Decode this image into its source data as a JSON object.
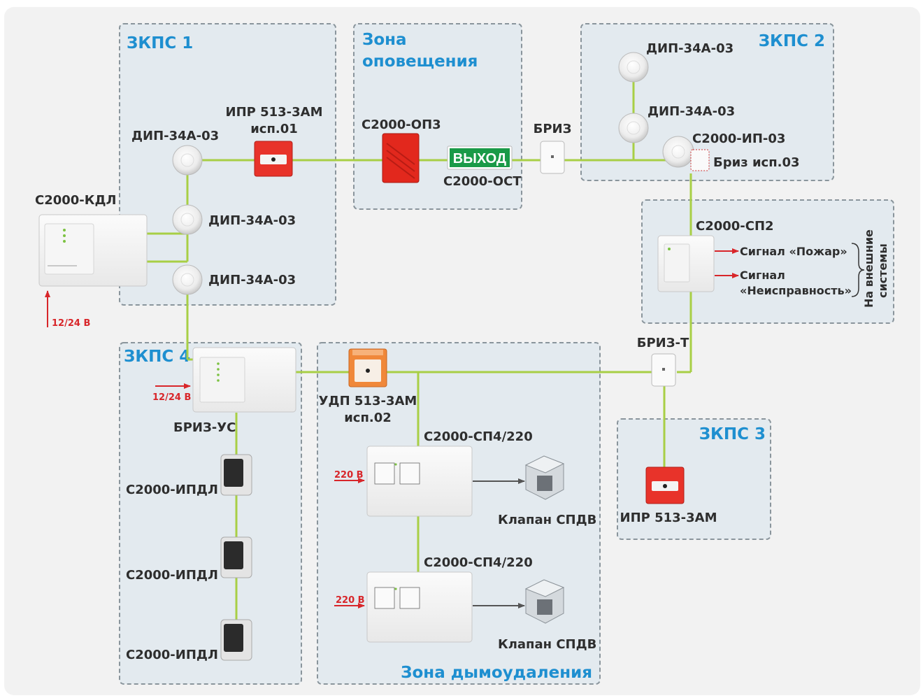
{
  "colors": {
    "zone_title": "#1e8fd0",
    "zone_fill": "#e3eaef",
    "zone_border": "#8a959c",
    "wire": "#a8cf45",
    "power_arrow": "#d8262a",
    "exit_sign": "#1a9a48"
  },
  "zones": {
    "zkps1": "ЗКПС 1",
    "notify": [
      "Зона",
      "оповещения"
    ],
    "zkps2": "ЗКПС 2",
    "zkps3": "ЗКПС 3",
    "zkps4": "ЗКПС 4",
    "smoke": "Зона дымоудаления"
  },
  "devices": {
    "kdl": "С2000-КДЛ",
    "kdl_power": "12/24 В",
    "dip_main": "ДИП-34А-03",
    "dip_mid": "ДИП-34А-03",
    "dip_low": "ДИП-34А-03",
    "ipr1": [
      "ИПР 513-3АМ",
      "исп.01"
    ],
    "op3": "С2000-ОП3",
    "exit_sign": "ВЫХОД",
    "ost": "С2000-ОСТ",
    "briz": "БРИЗ",
    "dip_z2_top": "ДИП-34А-03",
    "dip_z2_mid": "ДИП-34А-03",
    "ip03": "С2000-ИП-03",
    "briz03": "Бриз исп.03",
    "sp2": "С2000-СП2",
    "sig_fire": "Сигнал «Пожар»",
    "sig_fault": [
      "Сигнал",
      "«Неисправность»"
    ],
    "external": [
      "На внешние",
      "системы"
    ],
    "briz_t": "БРИЗ-Т",
    "ipr3": "ИПР 513-3АМ",
    "briz_us": "БРИЗ-УС",
    "briz_us_power": "12/24 В",
    "ipdl1": "С2000-ИПДЛ",
    "ipdl2": "С2000-ИПДЛ",
    "ipdl3": "С2000-ИПДЛ",
    "udp": [
      "УДП 513-3АМ",
      "исп.02"
    ],
    "sp4_1": "С2000-СП4/220",
    "sp4_1_power": "220 В",
    "valve1": "Клапан СПДВ",
    "sp4_2": "С2000-СП4/220",
    "sp4_2_power": "220 В",
    "valve2": "Клапан СПДВ"
  }
}
